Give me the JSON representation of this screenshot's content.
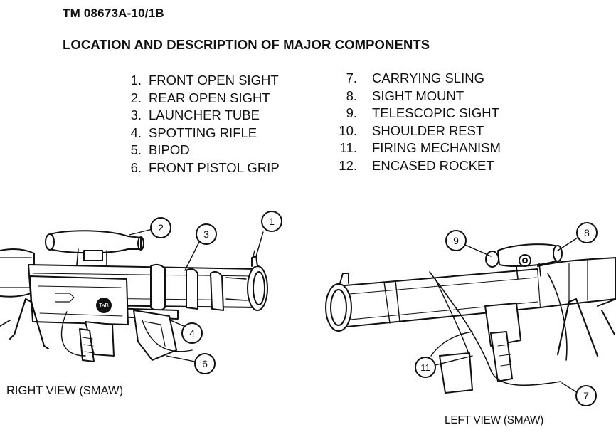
{
  "document": {
    "tm_number": "TM 08673A-10/1B",
    "heading": "LOCATION AND DESCRIPTION OF MAJOR COMPONENTS"
  },
  "components_left": [
    {
      "num": "1.",
      "label": "FRONT OPEN SIGHT"
    },
    {
      "num": "2.",
      "label": "REAR OPEN SIGHT"
    },
    {
      "num": "3.",
      "label": "LAUNCHER TUBE"
    },
    {
      "num": "4.",
      "label": "SPOTTING RIFLE"
    },
    {
      "num": "5.",
      "label": "BIPOD"
    },
    {
      "num": "6.",
      "label": "FRONT PISTOL GRIP"
    }
  ],
  "components_right": [
    {
      "num": "7.",
      "label": "CARRYING SLING"
    },
    {
      "num": "8.",
      "label": "SIGHT MOUNT"
    },
    {
      "num": "9.",
      "label": "TELESCOPIC SIGHT"
    },
    {
      "num": "10.",
      "label": "SHOULDER REST"
    },
    {
      "num": "11.",
      "label": "FIRING MECHANISM"
    },
    {
      "num": "12.",
      "label": "ENCASED ROCKET"
    }
  ],
  "figure": {
    "right_view_caption": "RIGHT VIEW (SMAW)",
    "left_view_caption": "LEFT VIEW (SMAW)",
    "badge_text": "TaB",
    "callouts_right_view": [
      "1",
      "2",
      "3",
      "4",
      "6"
    ],
    "callouts_left_view": [
      "7",
      "8",
      "9",
      "11"
    ]
  }
}
